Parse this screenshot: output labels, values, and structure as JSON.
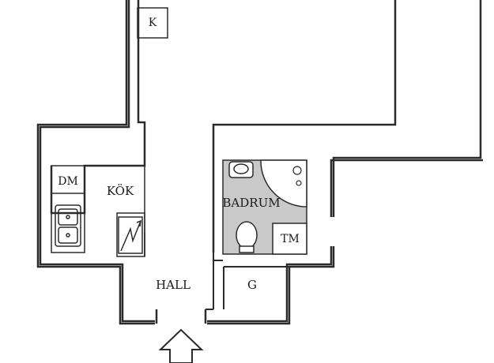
{
  "rooms": {
    "k": "K",
    "dm": "DM",
    "kok": "KÖK",
    "badrum": "BADRUM",
    "tm": "TM",
    "hall": "HALL",
    "g": "G"
  },
  "colors": {
    "wall": "#2b2b2b",
    "bathroom_fill": "#c9c9c9",
    "fixture_fill": "#ffffff"
  }
}
